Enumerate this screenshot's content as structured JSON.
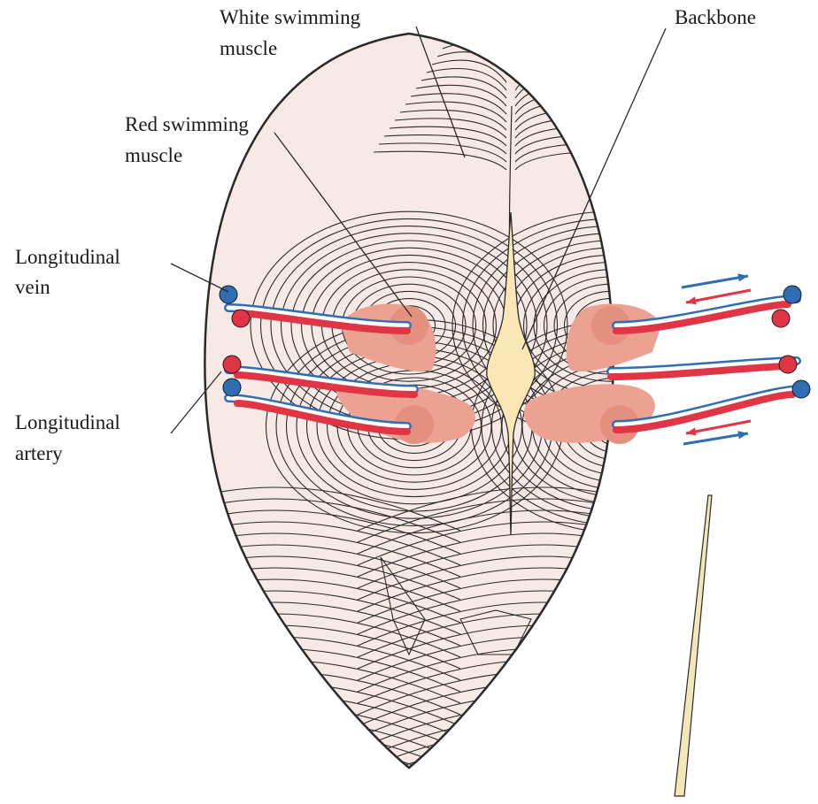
{
  "labels": {
    "white_swimming_muscle": [
      "White swimming",
      "muscle"
    ],
    "backbone": [
      "Backbone"
    ],
    "red_swimming_muscle": [
      "Red swimming",
      "muscle"
    ],
    "longitudinal_vein": [
      "Longitudinal",
      "vein"
    ],
    "longitudinal_artery": [
      "Longitudinal",
      "artery"
    ]
  },
  "colors": {
    "body_fill": "#f7e9e6",
    "outline": "#2a2a2a",
    "red_muscle": "#eba293",
    "red_muscle_core": "#e58f7f",
    "backbone": "#fbe7b6",
    "artery": "#e03545",
    "vein": "#2f6db5",
    "pointer": "#f3e6b8"
  }
}
